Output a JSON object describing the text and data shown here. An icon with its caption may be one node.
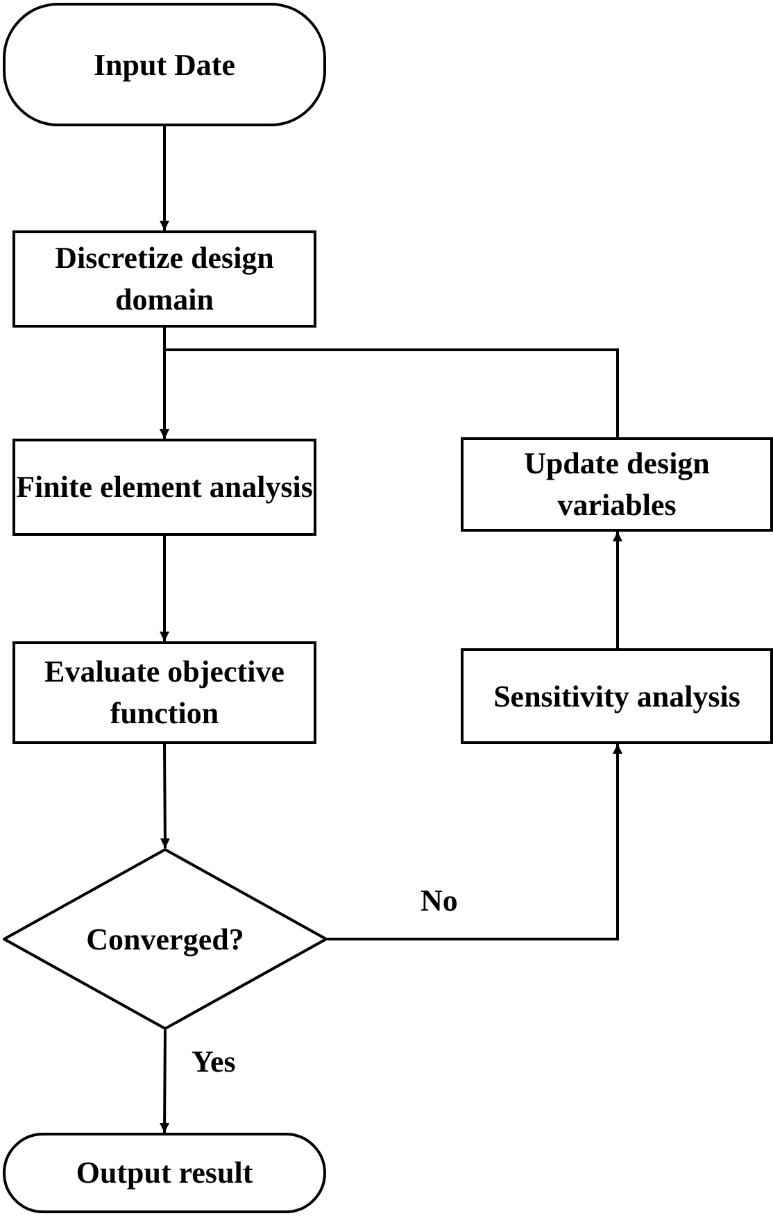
{
  "diagram": {
    "nodes": [
      {
        "text": [
          "Input Date"
        ]
      },
      {
        "text": [
          "Discretize design domain"
        ]
      },
      {
        "text": [
          "Finite element analysis"
        ]
      },
      {
        "text": [
          "Evaluate objective function"
        ]
      },
      {
        "text": [
          "Converged?"
        ]
      },
      {
        "text": [
          "Output result"
        ]
      },
      {
        "text": [
          "Update design variables"
        ]
      },
      {
        "text": [
          "Sensitivity analysis"
        ]
      }
    ],
    "edges": [
      {
        "from": 0,
        "to": 1,
        "arrow": "to"
      },
      {
        "from": 1,
        "to": 2,
        "arrow": "to"
      },
      {
        "from": 2,
        "to": 3,
        "arrow": "to"
      },
      {
        "from": 3,
        "to": 4,
        "arrow": "to"
      },
      {
        "from": 4,
        "to": 5,
        "arrow": "to",
        "label": "Yes"
      },
      {
        "from": 4,
        "to": 7,
        "arrow": "to",
        "label": "No"
      },
      {
        "from": 7,
        "to": 6,
        "arrow": "to"
      },
      {
        "from": 6,
        "to": 2,
        "arrow": "to"
      }
    ]
  }
}
